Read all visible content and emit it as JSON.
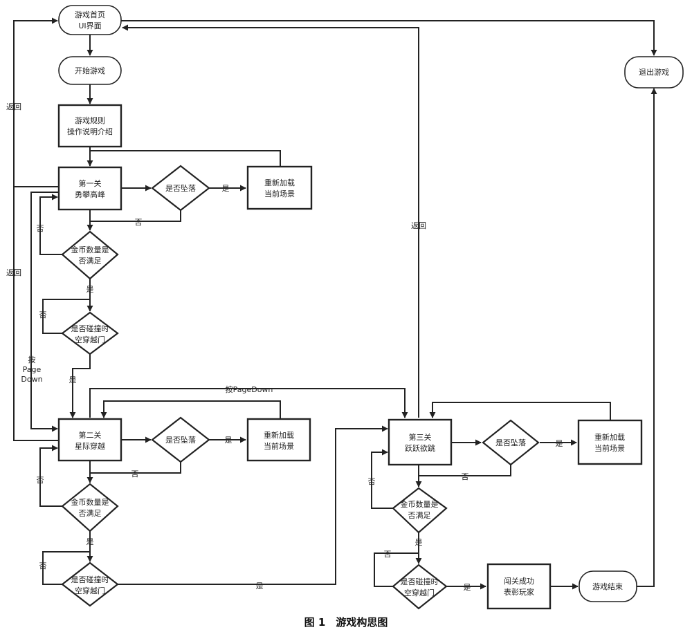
{
  "nodes": {
    "home": {
      "lines": [
        "游戏首页",
        "UI界面"
      ]
    },
    "start": {
      "lines": [
        "开始游戏"
      ]
    },
    "rules": {
      "lines": [
        "游戏规则",
        "操作说明介绍"
      ]
    },
    "exit": {
      "lines": [
        "退出游戏"
      ]
    },
    "level1": {
      "lines": [
        "第一关",
        "勇攀高峰"
      ]
    },
    "fall1": {
      "lines": [
        "是否坠落"
      ]
    },
    "reload1": {
      "lines": [
        "重新加载",
        "当前场景"
      ]
    },
    "coin1": {
      "lines": [
        "金币数量是",
        "否满足"
      ]
    },
    "portal1": {
      "lines": [
        "是否碰撞时",
        "空穿越门"
      ]
    },
    "level2": {
      "lines": [
        "第二关",
        "星际穿越"
      ]
    },
    "fall2": {
      "lines": [
        "是否坠落"
      ]
    },
    "reload2": {
      "lines": [
        "重新加载",
        "当前场景"
      ]
    },
    "coin2": {
      "lines": [
        "金币数量是",
        "否满足"
      ]
    },
    "portal2": {
      "lines": [
        "是否碰撞时",
        "空穿越门"
      ]
    },
    "level3": {
      "lines": [
        "第三关",
        "跃跃欲跳"
      ]
    },
    "fall3": {
      "lines": [
        "是否坠落"
      ]
    },
    "reload3": {
      "lines": [
        "重新加载",
        "当前场景"
      ]
    },
    "coin3": {
      "lines": [
        "金币数量是",
        "否满足"
      ]
    },
    "portal3": {
      "lines": [
        "是否碰撞时",
        "空穿越门"
      ]
    },
    "clear": {
      "lines": [
        "闯关成功",
        "表彰玩家"
      ]
    },
    "end": {
      "lines": [
        "游戏结束"
      ]
    }
  },
  "labels": {
    "yes": "是",
    "no": "否",
    "back": "返回",
    "press_pagedown_lines": [
      "按",
      "Page",
      "Down"
    ],
    "press_pagedown_inline": "按PageDown"
  },
  "caption": "图 1　游戏构思图"
}
